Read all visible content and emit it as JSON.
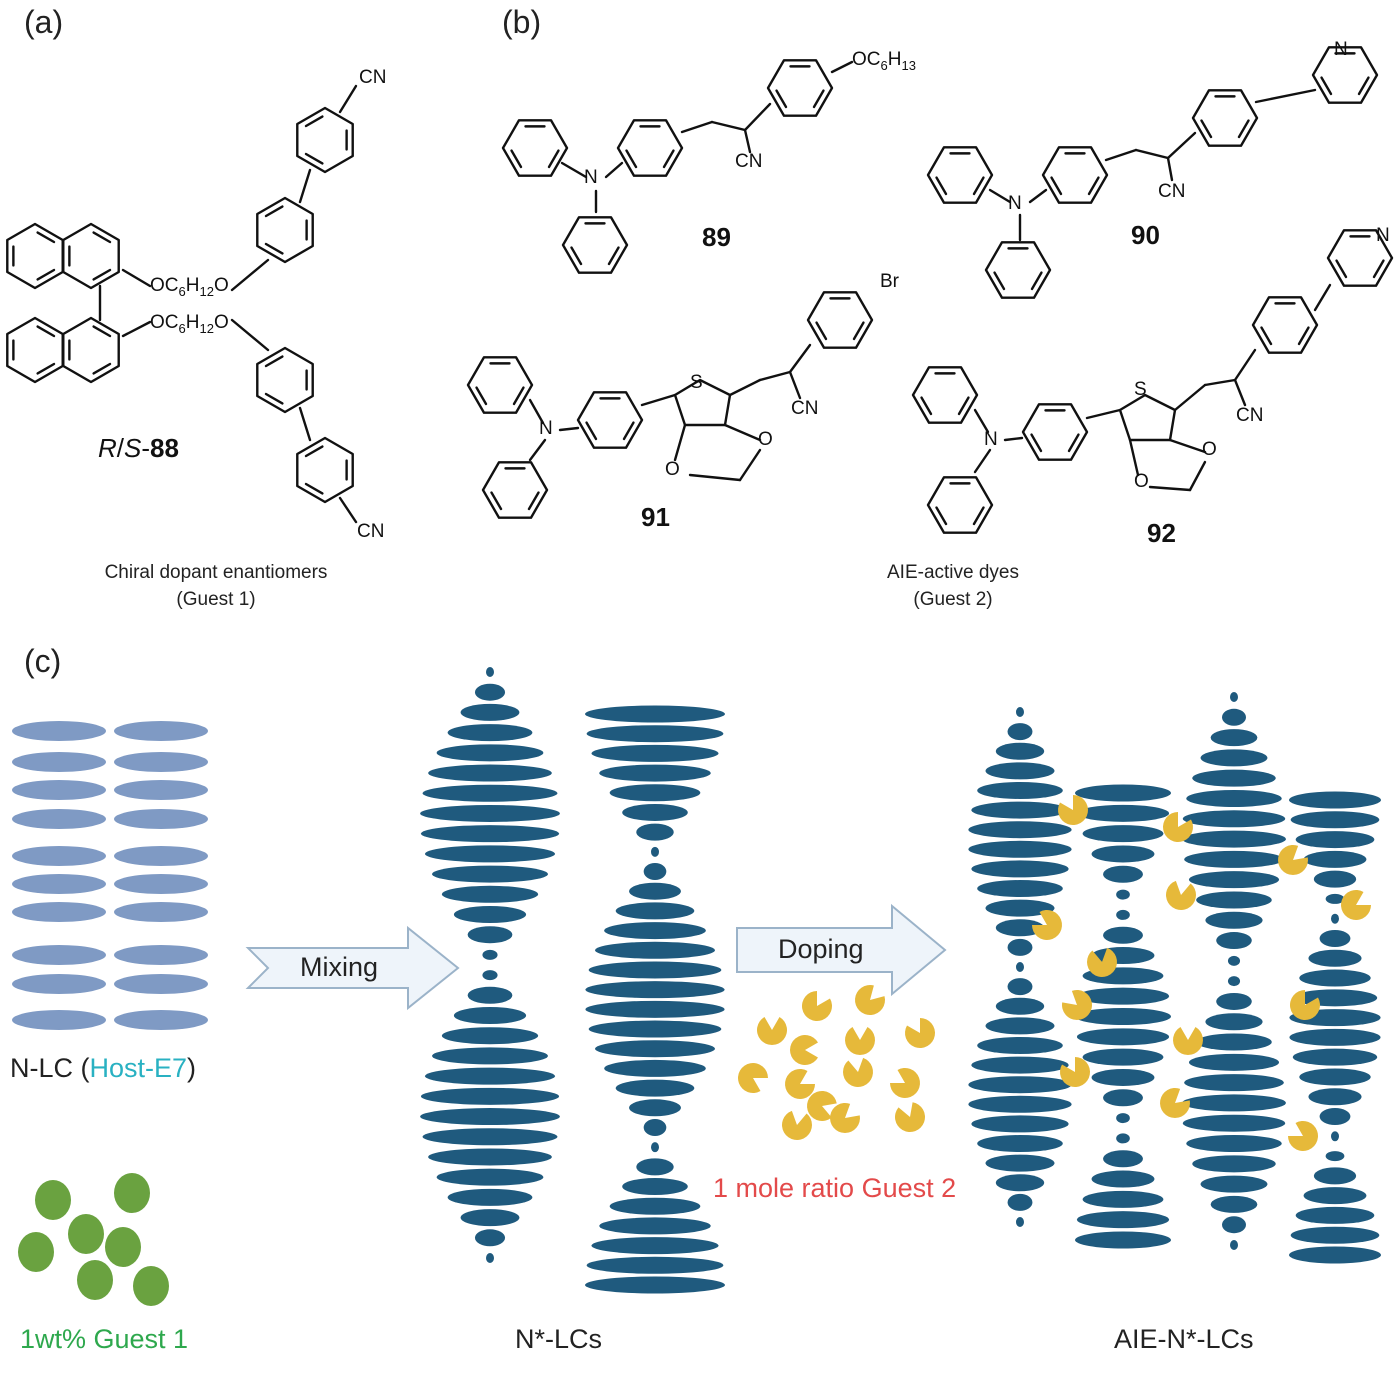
{
  "panels": {
    "a": "(a)",
    "b": "(b)",
    "c": "(c)"
  },
  "compounds": {
    "c88": {
      "prefix_r": "R",
      "slash": "/",
      "prefix_s": "S",
      "dash": "-",
      "number": "88",
      "sub1_a": "OC",
      "sub1_b": "6",
      "sub1_c": "H",
      "sub1_d": "12",
      "sub1_e": "O",
      "cn": "CN"
    },
    "c89": {
      "number": "89",
      "sub_a": "OC",
      "sub_b": "6",
      "sub_c": "H",
      "sub_d": "13",
      "n": "N",
      "cn": "CN"
    },
    "c90": {
      "number": "90",
      "n": "N",
      "cn": "CN",
      "py_n": "N"
    },
    "c91": {
      "number": "91",
      "n": "N",
      "cn": "CN",
      "s": "S",
      "o": "O",
      "br": "Br"
    },
    "c92": {
      "number": "92",
      "n": "N",
      "cn": "CN",
      "s": "S",
      "o": "O",
      "py_n": "N"
    }
  },
  "captions": {
    "guest1_line1": "Chiral dopant enantiomers",
    "guest1_line2": "(Guest 1)",
    "guest2_line1": "AIE-active dyes",
    "guest2_line2": "(Guest 2)"
  },
  "scheme": {
    "nlc_prefix": "N-LC (",
    "nlc_host": "Host-E7",
    "nlc_suffix": ")",
    "guest1_amount": "1wt% Guest 1",
    "mixing": "Mixing",
    "doping": "Doping",
    "guest2_amount": "1 mole ratio Guest 2",
    "nstar": "N*-LCs",
    "aie_nstar": "AIE-N*-LCs"
  },
  "colors": {
    "host_ellipse": "#7f9ac4",
    "lc_dark_blue": "#1f5a7e",
    "guest1_green": "#6aa240",
    "guest2_yellow": "#e6b93a",
    "host_text": "#29b1c2",
    "guest1_text": "#2ea84d",
    "guest2_text": "#e34a4a",
    "arrow_fill": "#eef4fa",
    "arrow_stroke": "#9bb3c9"
  }
}
